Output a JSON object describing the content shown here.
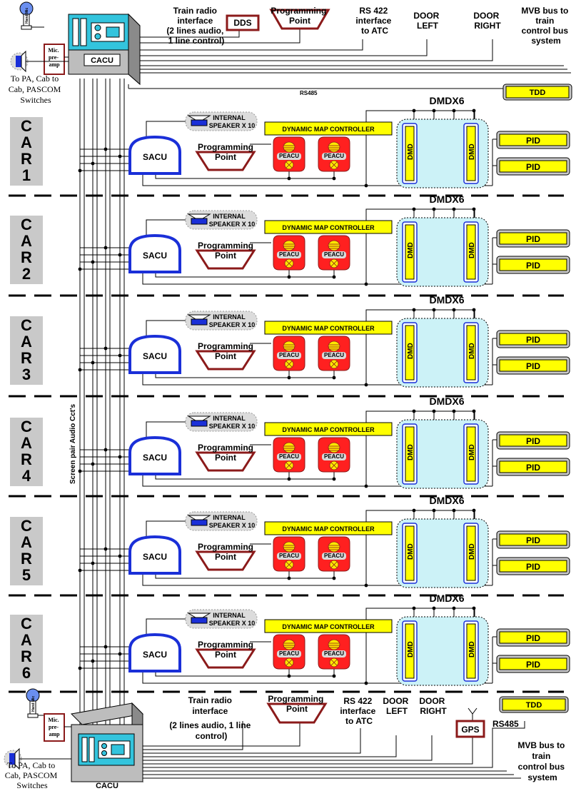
{
  "top": {
    "hand_mic": "Hand Mic",
    "mic_preamp": [
      "Mic.",
      "pre-",
      "amp"
    ],
    "cacu": "CACU",
    "speaker_note": [
      "To  PA, Cab to",
      "Cab, PASCOM",
      "Switches"
    ],
    "train_radio": [
      "Train radio",
      "interface",
      "(2 lines audio,",
      "1 line control)"
    ],
    "dds": "DDS",
    "programming_point": [
      "Programming",
      "Point"
    ],
    "rs422": [
      "RS 422",
      "interface",
      "to ATC"
    ],
    "door_left": [
      "DOOR",
      "LEFT"
    ],
    "door_right": [
      "DOOR",
      "RIGHT"
    ],
    "mvb": [
      "MVB bus to",
      "train",
      "control bus",
      "system"
    ],
    "rs485": "RS485",
    "tdd": "TDD"
  },
  "vertical_label": "Screen pair Audio Cct's",
  "car_common": {
    "internal_speaker": [
      "INTERNAL",
      "SPEAKER X 10"
    ],
    "sacu": "SACU",
    "programming_point": [
      "Programming",
      "Point"
    ],
    "peacu": "PEACU",
    "dynamic_map": "DYNAMIC MAP CONTROLLER",
    "dmdx6": "DMDX6",
    "dmd": "DMD",
    "pid": "PID"
  },
  "cars": [
    {
      "letters": [
        "C",
        "A",
        "R",
        "1"
      ]
    },
    {
      "letters": [
        "C",
        "A",
        "R",
        "2"
      ]
    },
    {
      "letters": [
        "C",
        "A",
        "R",
        "3"
      ]
    },
    {
      "letters": [
        "C",
        "A",
        "R",
        "4"
      ]
    },
    {
      "letters": [
        "C",
        "A",
        "R",
        "5"
      ]
    },
    {
      "letters": [
        "C",
        "A",
        "R",
        "6"
      ]
    }
  ],
  "bottom": {
    "hand_mic": "Hand Mic",
    "mic_preamp": [
      "Mic.",
      "pre-",
      "amp"
    ],
    "cacu": "CACU",
    "speaker_note": [
      "To  PA, Cab to",
      "Cab, PASCOM",
      "Switches"
    ],
    "train_radio": [
      "Train radio",
      "interface",
      "(2 lines audio, 1 line",
      "control)"
    ],
    "programming_point": [
      "Programming",
      "Point"
    ],
    "rs422": [
      "RS 422",
      "interface",
      "to ATC"
    ],
    "door_left": [
      "DOOR",
      "LEFT"
    ],
    "door_right": [
      "DOOR",
      "RIGHT"
    ],
    "gps": "GPS",
    "tdd": "TDD",
    "rs485": "RS485",
    "mvb": [
      "MVB bus to",
      "train",
      "control bus",
      "system"
    ]
  },
  "colors": {
    "sacu_border": "#1a2fd8",
    "maroon": "#8b1a1a",
    "yellow": "#ffff00",
    "peacu_red": "#ff2020",
    "dmd_panel": "#ccf2f7",
    "cacu_face": "#33c4dd",
    "grey_box": "#c9c9c9"
  }
}
